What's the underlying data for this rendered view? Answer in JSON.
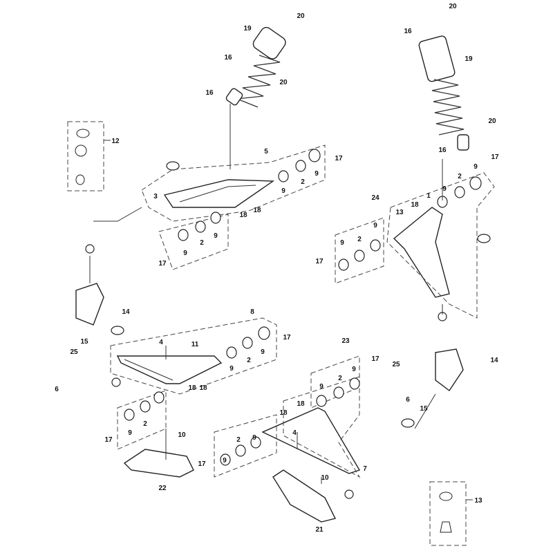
{
  "diagram_title": "",
  "callouts": {
    "c20a": "20",
    "c19a": "19",
    "c16a": "16",
    "c20b": "20",
    "c16b": "16",
    "c20c": "20",
    "c16c": "16",
    "c19b": "19",
    "c20d": "20",
    "c16d": "16",
    "c17a": "17",
    "c12": "12",
    "c5": "5",
    "c17b": "17",
    "c9a": "9",
    "c2a": "2",
    "c9b": "9",
    "c3": "3",
    "c18a": "18",
    "c18b": "18",
    "c9c": "9",
    "c2b": "2",
    "c9d": "9",
    "c17c": "17",
    "c9e": "9",
    "c2c": "2",
    "c9f": "9",
    "c1": "1",
    "c18c": "18",
    "c13a": "13",
    "c24": "24",
    "c9g": "9",
    "c2d": "2",
    "c9h": "9",
    "c17d": "17",
    "c14a": "14",
    "c15a": "15",
    "c25a": "25",
    "c6a": "6",
    "c8": "8",
    "c17e": "17",
    "c4a": "4",
    "c11": "11",
    "c9i": "9",
    "c2e": "2",
    "c9j": "9",
    "c18d": "18",
    "c18e": "18",
    "c9k": "9",
    "c2f": "2",
    "c17f": "17",
    "c23": "23",
    "c17g": "17",
    "c9l": "9",
    "c2g": "2",
    "c9m": "9",
    "c25b": "25",
    "c14b": "14",
    "c6b": "6",
    "c15b": "15",
    "c18f": "18",
    "c18g": "18",
    "c9n": "9",
    "c2h": "2",
    "c9o": "9",
    "c4b": "4",
    "c7": "7",
    "c17h": "17",
    "c10a": "10",
    "c22": "22",
    "c10b": "10",
    "c21": "21",
    "c13b": "13"
  }
}
